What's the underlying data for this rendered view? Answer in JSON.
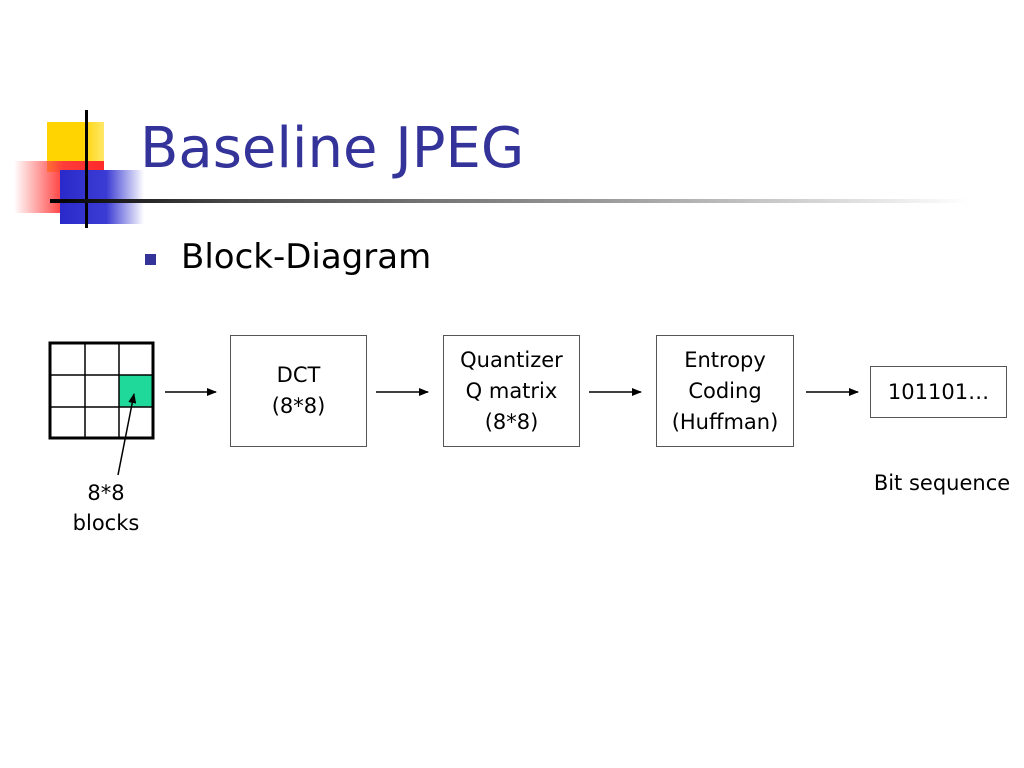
{
  "slide": {
    "title": "Baseline JPEG",
    "bullet": "Block-Diagram"
  },
  "diagram": {
    "grid": {
      "rows": 3,
      "cols": 3,
      "highlighted_cell": {
        "row": 2,
        "col": 3
      },
      "highlight_color": "#1fd99b",
      "label": "8*8\nblocks"
    },
    "stages": [
      {
        "id": "dct",
        "label": "DCT\n(8*8)"
      },
      {
        "id": "quantizer",
        "label": "Quantizer\nQ matrix\n(8*8)"
      },
      {
        "id": "entropy",
        "label": "Entropy\nCoding\n(Huffman)"
      },
      {
        "id": "output",
        "label": "101101…"
      }
    ],
    "output_caption": "Bit sequence"
  },
  "colors": {
    "title": "#333399",
    "bullet": "#333399",
    "deco_yellow": "#ffd400",
    "deco_red": "#ff2a2a",
    "deco_blue": "#2a2acb"
  }
}
